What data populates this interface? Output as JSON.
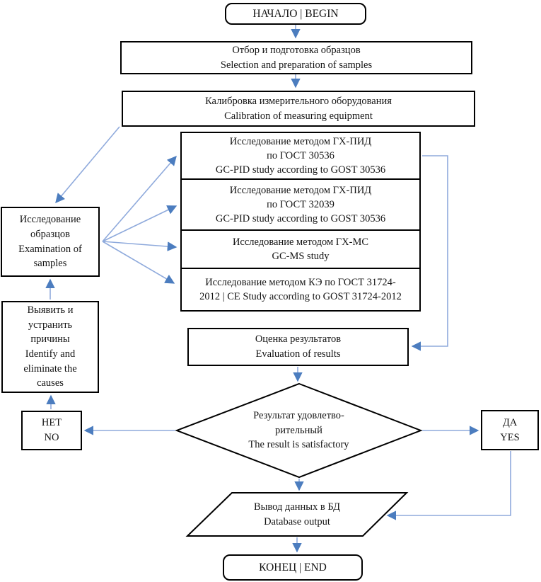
{
  "colors": {
    "connector": "#8faadc",
    "arrowhead": "#4c7dbf",
    "node_border": "#000000",
    "background": "#ffffff"
  },
  "nodes": {
    "begin": {
      "text": "НАЧАЛО | BEGIN"
    },
    "selection": {
      "text": "Отбор и подготовка образцов\nSelection and preparation of samples"
    },
    "calibration": {
      "text": "Калибровка измерительного оборудования\nCalibration of measuring equipment"
    },
    "method_gc_pid_30536": {
      "text": "Исследование методом ГХ-ПИД\nпо ГОСТ 30536\nGC-PID study according to GOST 30536"
    },
    "method_gc_pid_32039": {
      "text": "Исследование методом ГХ-ПИД\nпо ГОСТ 32039\nGC-PID study according to GOST 30536"
    },
    "method_gc_ms": {
      "text": "Исследование методом ГХ-МС\nGC-MS study"
    },
    "method_ce": {
      "text": "Исследование методом КЭ по ГОСТ 31724-\n2012 | CE Study according to GOST 31724-2012"
    },
    "examination": {
      "text": "Исследование\nобразцов\nExamination of\nsamples"
    },
    "identify": {
      "text": "Выявить и\nустранить\nпричины\nIdentify and\neliminate the\ncauses"
    },
    "evaluation": {
      "text": "Оценка результатов\nEvaluation of results"
    },
    "decision": {
      "text": "Результат удовлетво-\nрительный\nThe result is satisfactory"
    },
    "no": {
      "text": "НЕТ\nNO"
    },
    "yes": {
      "text": "ДА\nYES"
    },
    "db_output": {
      "text": "Вывод данных в БД\nDatabase output"
    },
    "end": {
      "text": "КОНЕЦ | END"
    }
  }
}
